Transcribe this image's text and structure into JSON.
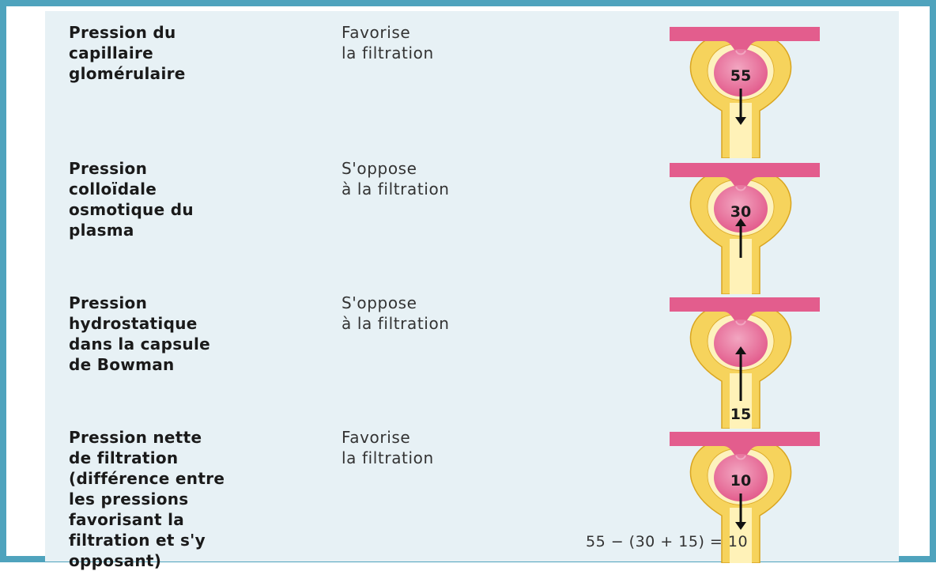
{
  "colors": {
    "frame": "#4fa3bd",
    "panel": "#e7f1f5",
    "capillary": "#e35d8d",
    "capillary_light": "#f2a6c1",
    "capsule": "#f6d35c",
    "capsule_light": "#fff2b8",
    "capsule_outline": "#d9a520"
  },
  "rows": [
    {
      "label": "Pression du\ncapillaire\nglomérulaire",
      "effect": "Favorise\nla filtration",
      "value": "55",
      "direction": "down",
      "number_position": "inside"
    },
    {
      "label": "Pression\ncolloïdale\nosmotique du\nplasma",
      "effect": "S'oppose\nà la filtration",
      "value": "30",
      "direction": "up",
      "number_position": "inside"
    },
    {
      "label": "Pression\nhydrostatique\ndans la capsule\nde Bowman",
      "effect": "S'oppose\nà la filtration",
      "value": "15",
      "direction": "up",
      "number_position": "below"
    },
    {
      "label": "Pression nette\nde filtration\n(différence entre\nles pressions\nfavorisant la\nfiltration et s'y\nopposant)",
      "effect": "Favorise\nla filtration",
      "value": "10",
      "direction": "down",
      "number_position": "inside"
    }
  ],
  "equation": "55 − (30 + 15) = 10"
}
